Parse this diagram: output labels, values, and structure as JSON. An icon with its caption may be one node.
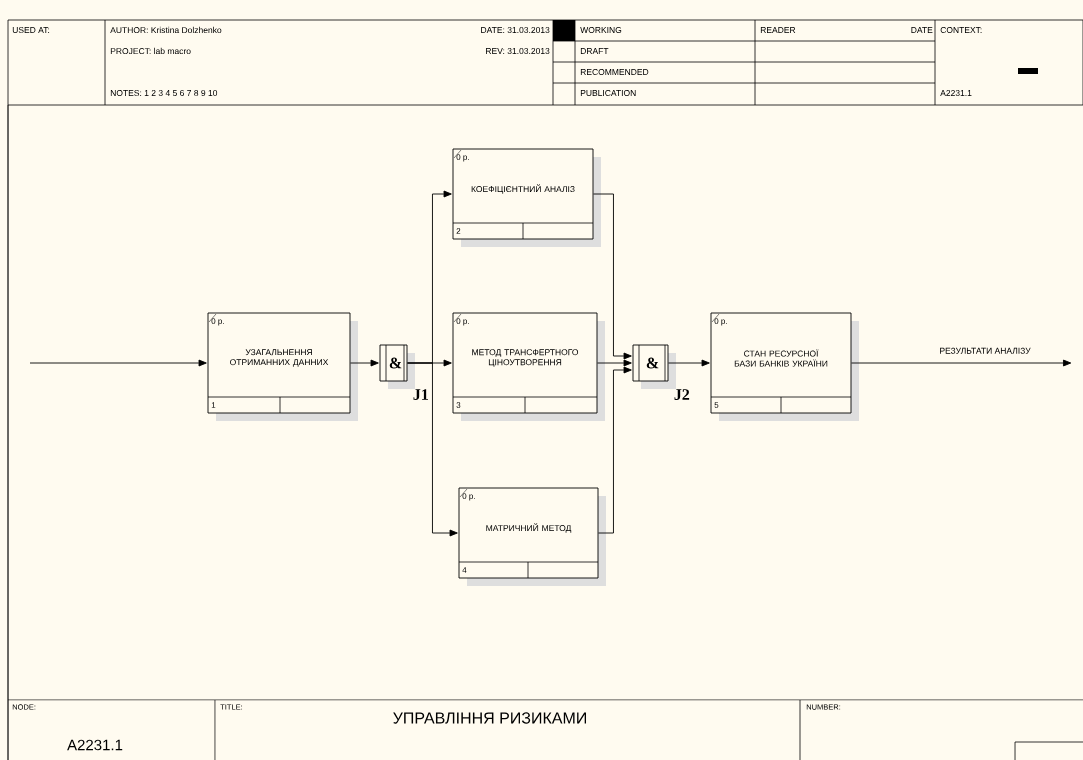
{
  "diagram": {
    "title": "УПРАВЛІННЯ РИЗИКАМИ",
    "nodes": [
      {
        "text": [
          "0 р.",
          "УЗАГАЛЬНЕННЯ ОТРИМАННИХ ДАННИХ",
          "1"
        ]
      },
      {
        "text": [
          "&"
        ],
        "beside": [
          "J1"
        ]
      },
      {
        "text": [
          "0 р.",
          "КОЕФІЦІЄНТНИЙ АНАЛІЗ",
          "2"
        ]
      },
      {
        "text": [
          "0 р.",
          "МЕТОД ТРАНСФЕРТНОГО ЦІНОУТВОРЕННЯ",
          "3"
        ]
      },
      {
        "text": [
          "0 р.",
          "МАТРИЧНИЙ МЕТОД",
          "4"
        ]
      },
      {
        "text": [
          "&"
        ],
        "beside": [
          "J2"
        ]
      },
      {
        "text": [
          "0 р.",
          "СТАН РЕСУРСНОЇ БАЗИ БАНКІВ УКРАЇНИ",
          "5"
        ]
      }
    ],
    "edges": [
      {
        "from": null,
        "to": 0,
        "arrow": "to"
      },
      {
        "from": 0,
        "to": 1,
        "arrow": "to"
      },
      {
        "from": 1,
        "to": 2,
        "arrow": "to"
      },
      {
        "from": 1,
        "to": 3,
        "arrow": "to"
      },
      {
        "from": 1,
        "to": 4,
        "arrow": "to"
      },
      {
        "from": 2,
        "to": 5,
        "arrow": "to"
      },
      {
        "from": 3,
        "to": 5,
        "arrow": "to"
      },
      {
        "from": 4,
        "to": 5,
        "arrow": "to"
      },
      {
        "from": 5,
        "to": 6,
        "arrow": "to"
      },
      {
        "from": 6,
        "to": null,
        "arrow": "to",
        "label": "РЕЗУЛЬТАТИ АНАЛІЗУ"
      }
    ],
    "labels": [
      "USED AT:",
      "AUTHOR: Kristina Dolzhenko",
      "DATE: 31.03.2013",
      "WORKING",
      "READER",
      "DATE",
      "CONTEXT:",
      "PROJECT: lab macro",
      "REV: 31.03.2013",
      "DRAFT",
      "RECOMMENDED",
      "NOTES: 1 2 3 4 5 6 7 8 9 10",
      "PUBLICATION",
      "A2231.1",
      "NODE:",
      "TITLE:",
      "NUMBER:",
      "A2231.1"
    ]
  }
}
